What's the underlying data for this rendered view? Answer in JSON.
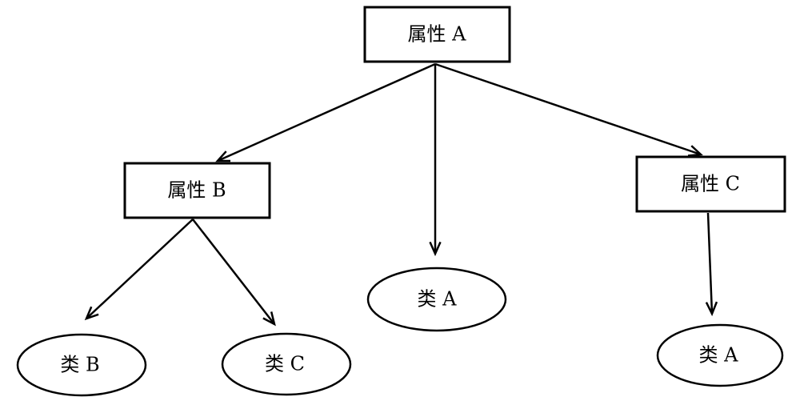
{
  "nodes": {
    "attr_a": {
      "label": "属性 A",
      "shape": "rect"
    },
    "attr_b": {
      "label": "属性 B",
      "shape": "rect"
    },
    "attr_c": {
      "label": "属性 C",
      "shape": "rect"
    },
    "class_b": {
      "label": "类 B",
      "shape": "ellipse"
    },
    "class_c": {
      "label": "类 C",
      "shape": "ellipse"
    },
    "class_a_mid": {
      "label": "类 A",
      "shape": "ellipse"
    },
    "class_a_right": {
      "label": "类 A",
      "shape": "ellipse"
    }
  },
  "edges": [
    {
      "from": "attr_a",
      "to": "attr_b"
    },
    {
      "from": "attr_a",
      "to": "class_a_mid"
    },
    {
      "from": "attr_a",
      "to": "attr_c"
    },
    {
      "from": "attr_b",
      "to": "class_b"
    },
    {
      "from": "attr_b",
      "to": "class_c"
    },
    {
      "from": "attr_c",
      "to": "class_a_right"
    }
  ],
  "colors": {
    "stroke": "#000000",
    "fill": "#ffffff",
    "text": "#000000"
  }
}
